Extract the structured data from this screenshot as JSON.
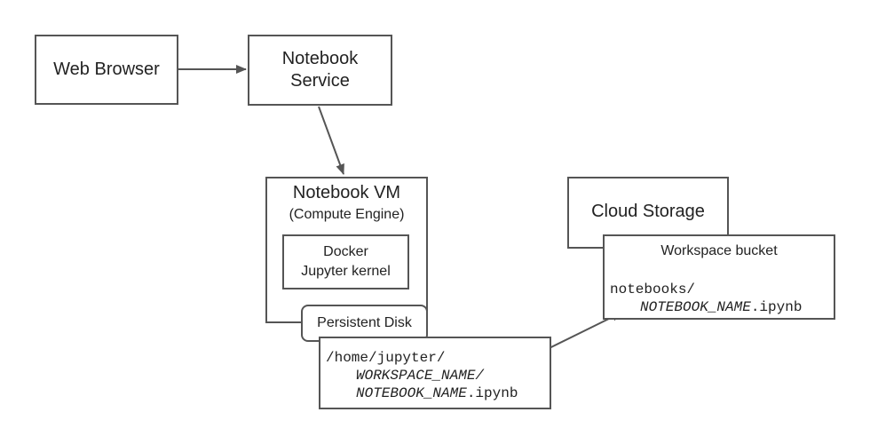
{
  "nodes": {
    "web_browser": {
      "label": "Web Browser"
    },
    "notebook_service": {
      "line1": "Notebook",
      "line2": "Service"
    },
    "notebook_vm": {
      "title": "Notebook VM",
      "subtitle": "(Compute Engine)"
    },
    "docker": {
      "line1": "Docker",
      "line2": "Jupyter kernel"
    },
    "persistent_disk": {
      "label": "Persistent Disk"
    },
    "local_path": {
      "line1": "/home/jupyter/",
      "line2": "WORKSPACE_NAME/",
      "line3_var": "NOTEBOOK_NAME",
      "line3_ext": ".ipynb"
    },
    "cloud_storage": {
      "label": "Cloud Storage"
    },
    "workspace_bucket": {
      "title": "Workspace bucket",
      "path1": "notebooks/",
      "path2_var": "NOTEBOOK_NAME",
      "path2_ext": ".ipynb"
    }
  },
  "colors": {
    "stroke": "#555555",
    "text": "#222222",
    "background": "#ffffff"
  }
}
